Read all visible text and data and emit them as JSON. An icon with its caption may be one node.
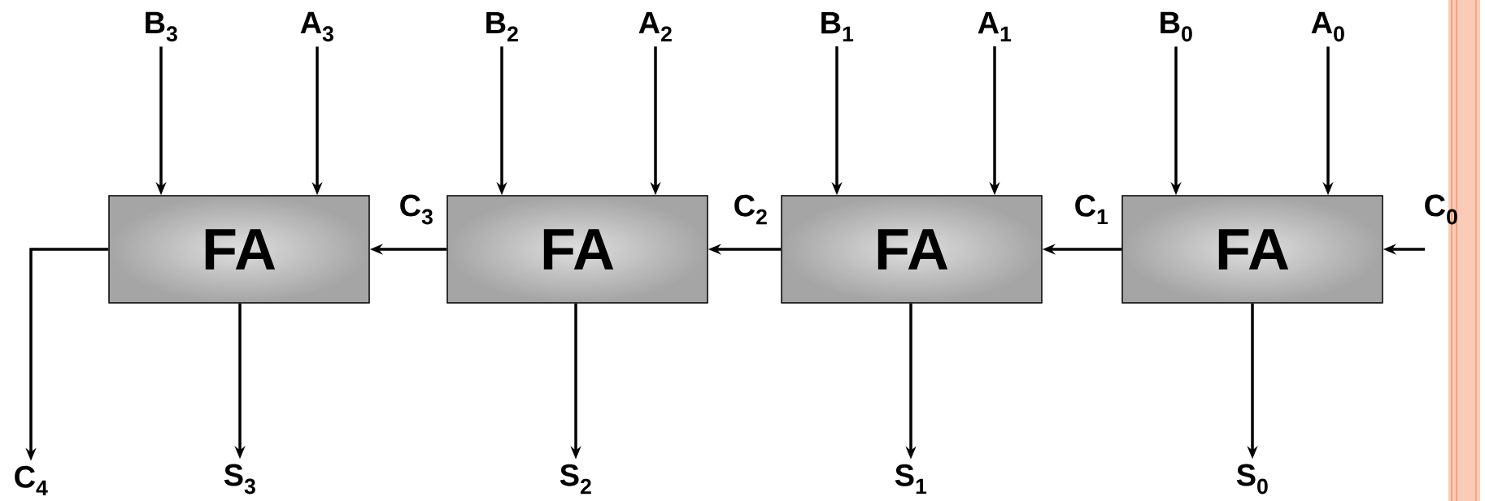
{
  "diagram": {
    "nodes": [
      {
        "text": [
          "B$_{3}$"
        ]
      },
      {
        "text": [
          "A$_{3}$"
        ]
      },
      {
        "text": [
          "B$_{2}$"
        ]
      },
      {
        "text": [
          "A$_{2}$"
        ]
      },
      {
        "text": [
          "B$_{1}$"
        ]
      },
      {
        "text": [
          "A$_{1}$"
        ]
      },
      {
        "text": [
          "B$_{0}$"
        ]
      },
      {
        "text": [
          "A$_{0}$"
        ]
      },
      {
        "text": [
          "FA"
        ]
      },
      {
        "text": [
          "FA"
        ]
      },
      {
        "text": [
          "FA"
        ]
      },
      {
        "text": [
          "FA"
        ]
      },
      {
        "text": [
          "C$_{4}$"
        ]
      },
      {
        "text": [
          "S$_{3}$"
        ]
      },
      {
        "text": [
          "S$_{2}$"
        ]
      },
      {
        "text": [
          "S$_{1}$"
        ]
      },
      {
        "text": [
          "S$_{0}$"
        ]
      }
    ],
    "edges": [
      {
        "from": 0,
        "to": 8,
        "arrow": "to"
      },
      {
        "from": 1,
        "to": 8,
        "arrow": "to"
      },
      {
        "from": 2,
        "to": 9,
        "arrow": "to"
      },
      {
        "from": 3,
        "to": 9,
        "arrow": "to"
      },
      {
        "from": 4,
        "to": 10,
        "arrow": "to"
      },
      {
        "from": 5,
        "to": 10,
        "arrow": "to"
      },
      {
        "from": 6,
        "to": 11,
        "arrow": "to"
      },
      {
        "from": 7,
        "to": 11,
        "arrow": "to"
      },
      {
        "from": null,
        "to": 11,
        "arrow": "to",
        "label": "C$_{0}$"
      },
      {
        "from": 11,
        "to": 10,
        "arrow": "to",
        "label": "C$_{1}$"
      },
      {
        "from": 10,
        "to": 9,
        "arrow": "to",
        "label": "C$_{2}$"
      },
      {
        "from": 9,
        "to": 8,
        "arrow": "to",
        "label": "C$_{3}$"
      },
      {
        "from": 8,
        "to": 12,
        "arrow": "to"
      },
      {
        "from": 8,
        "to": 13,
        "arrow": "to"
      },
      {
        "from": 9,
        "to": 14,
        "arrow": "to"
      },
      {
        "from": 10,
        "to": 15,
        "arrow": "to"
      },
      {
        "from": 11,
        "to": 16,
        "arrow": "to"
      }
    ]
  }
}
